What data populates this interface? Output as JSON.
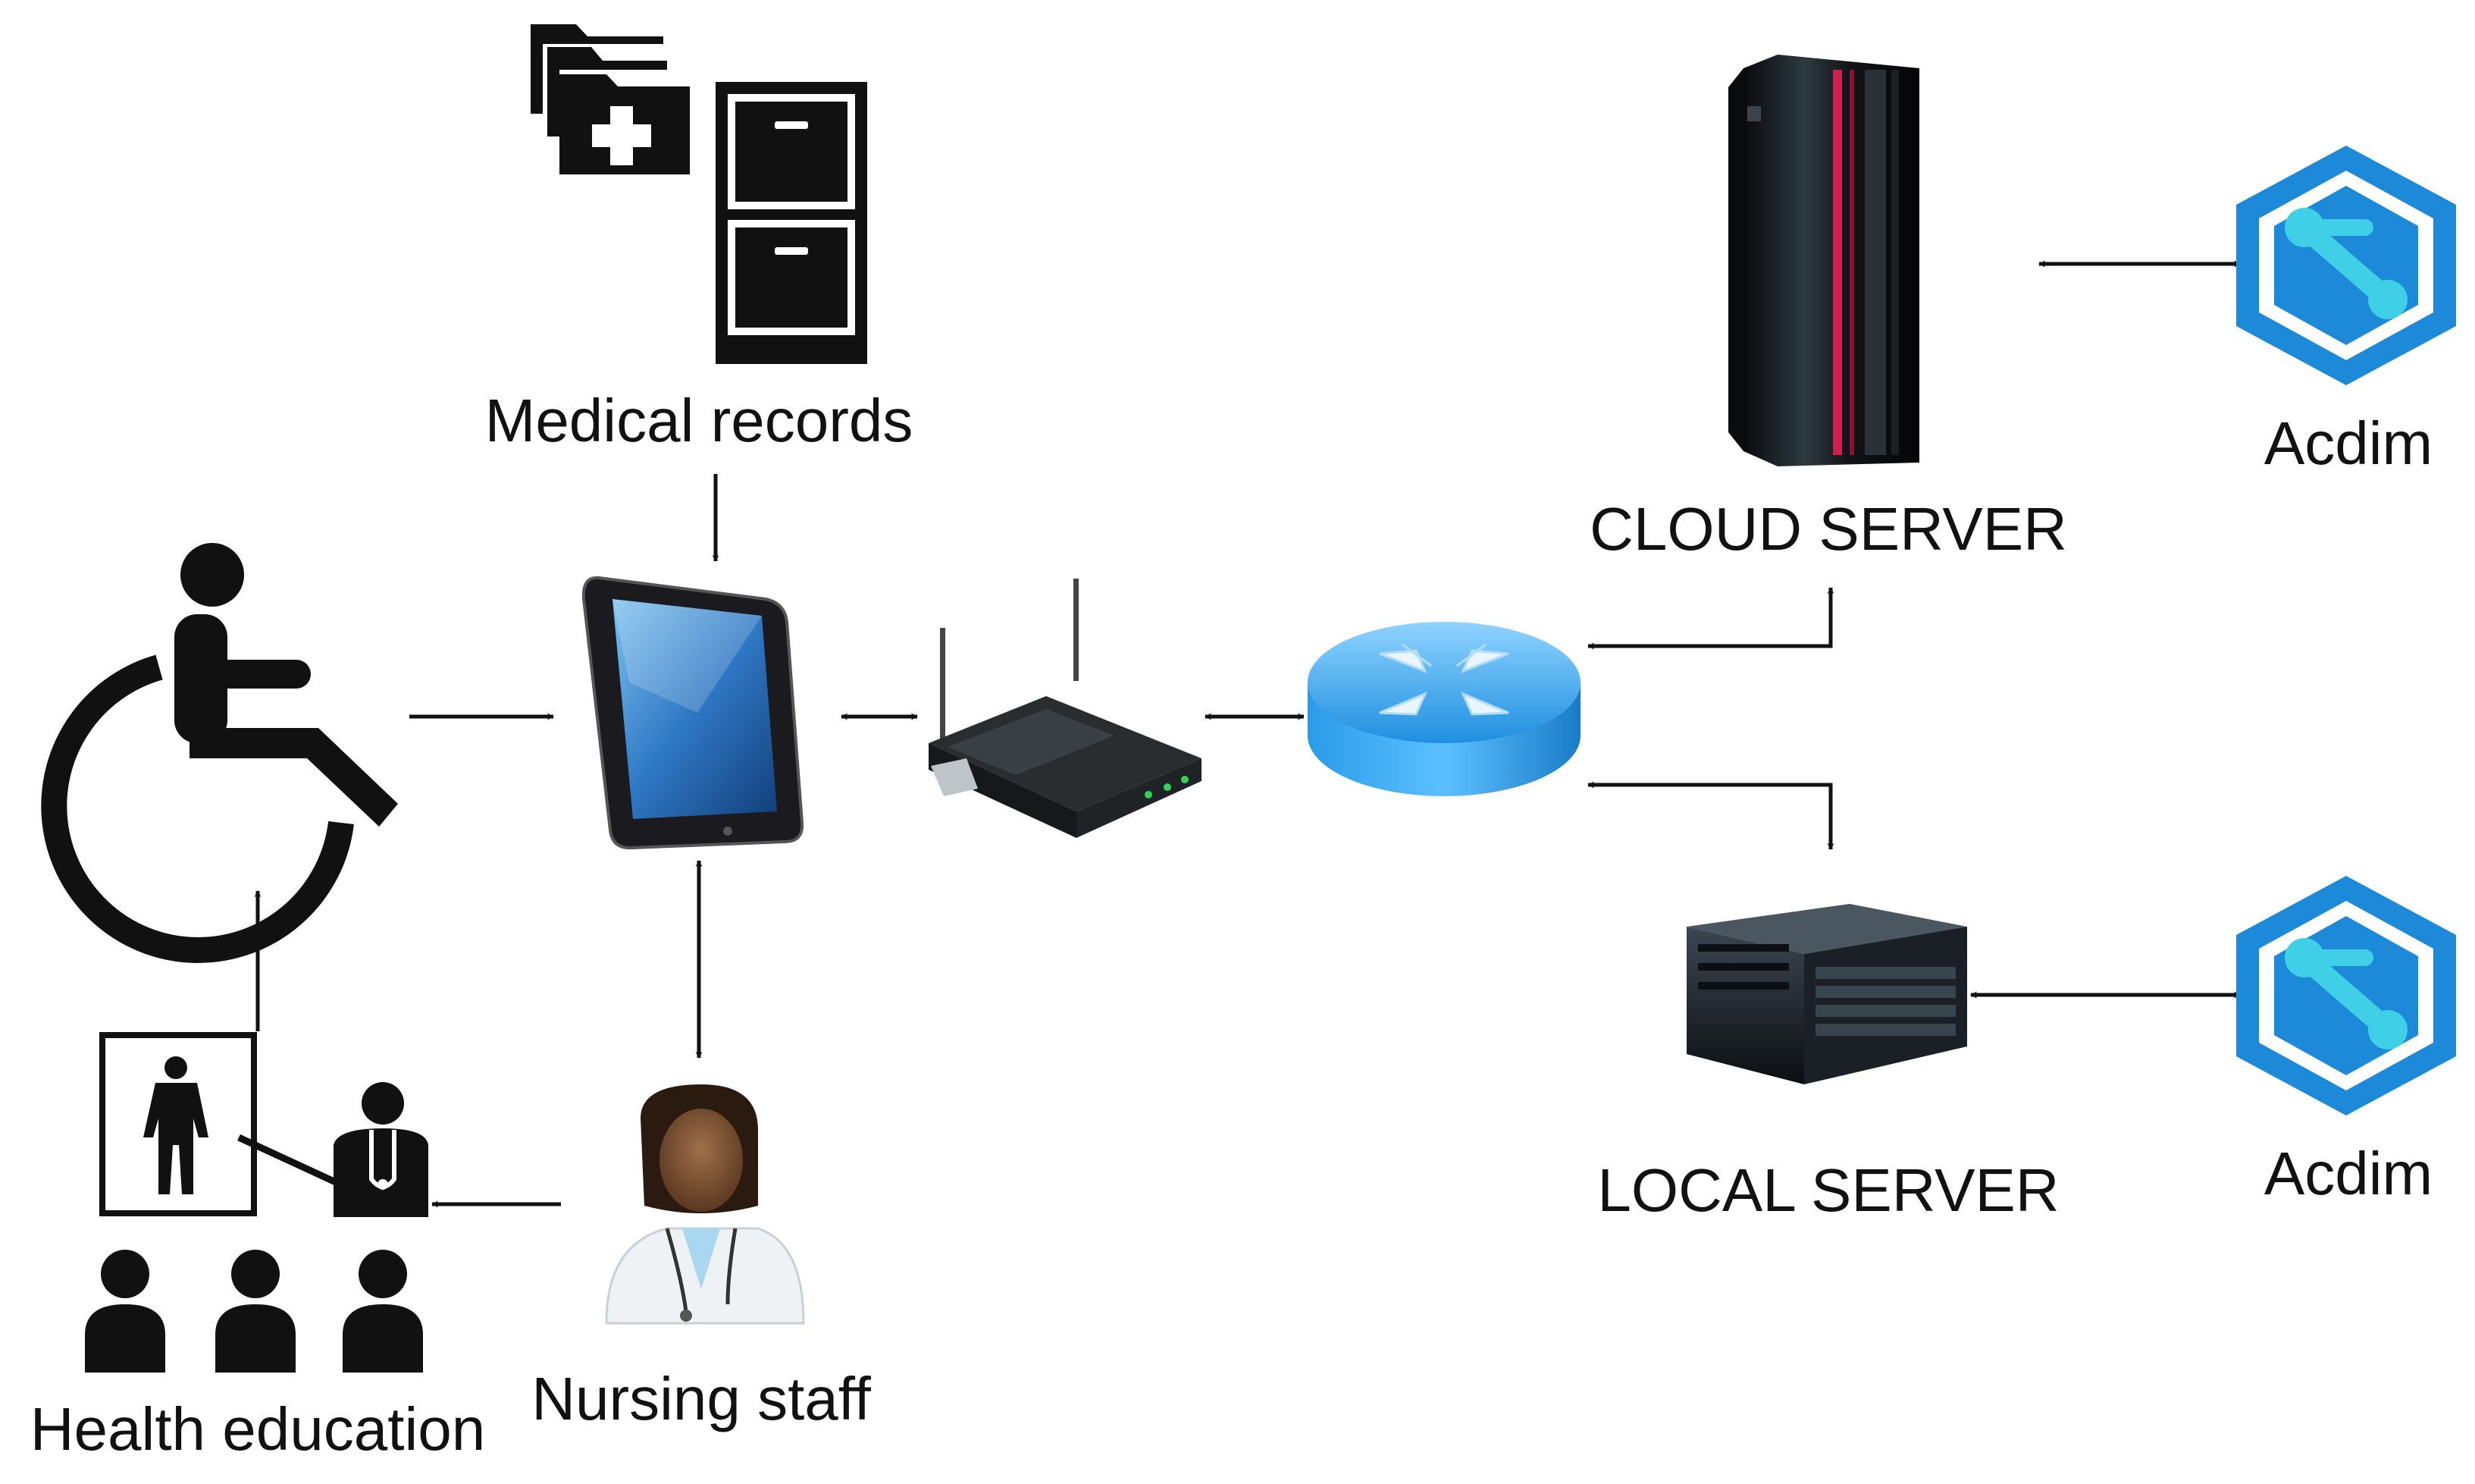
{
  "labels": {
    "medical_records": "Medical records",
    "cloud_server": "CLOUD SERVER",
    "local_server": "LOCAL SERVER",
    "acdim_top": "Acdim",
    "acdim_bottom": "Acdim",
    "nursing_staff": "Nursing staff",
    "health_education": "Health education"
  },
  "icons": {
    "patient": "wheelchair-icon",
    "records": "medical-records-icon",
    "tablet": "tablet-icon",
    "wifi_router": "wireless-router-icon",
    "network_router": "network-router-icon",
    "cloud_server": "tower-server-icon",
    "local_server": "rack-server-icon",
    "acdim": "acdim-icon",
    "nurse": "nurse-icon",
    "education": "health-education-icon"
  },
  "colors": {
    "line": "#111111",
    "router_blue": "#1e90d8",
    "acdim_blue": "#1c8ad8",
    "acdim_cyan": "#3fd0e8",
    "server_accent": "#d02050",
    "tablet_screen": "#3a80c8"
  }
}
